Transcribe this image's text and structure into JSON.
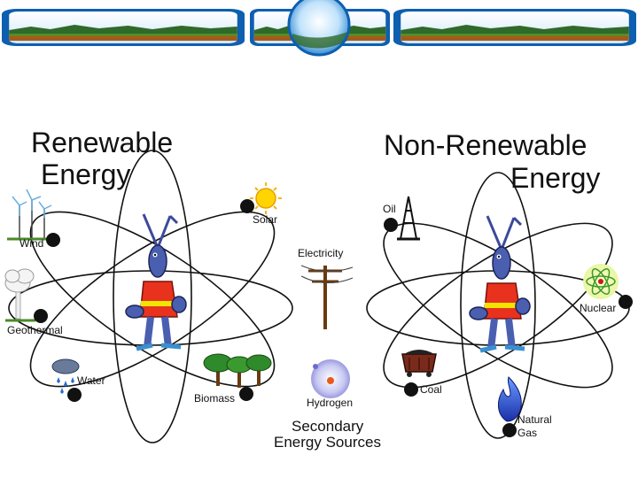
{
  "colors": {
    "banner": "#0d5fb0",
    "sky": "#cfe6fb",
    "mountain": "#2f6a2a",
    "ground": "#a65a18",
    "character_shirt": "#e8321e",
    "character_body": "#4a5fb0",
    "belt": "#f2e600"
  },
  "renewable": {
    "title_line1": "Renewable",
    "title_line2": "Energy",
    "sources": {
      "solar": "Solar",
      "wind": "Wind",
      "geothermal": "Geothermal",
      "water": "Water",
      "biomass": "Biomass"
    }
  },
  "nonrenewable": {
    "title_line1": "Non-Renewable",
    "title_line2": "Energy",
    "sources": {
      "oil": "Oil",
      "nuclear": "Nuclear",
      "coal": "Coal",
      "gas_line1": "Natural",
      "gas_line2": "Gas"
    }
  },
  "secondary": {
    "electricity": "Electricity",
    "hydrogen": "Hydrogen",
    "title_line1": "Secondary",
    "title_line2": "Energy Sources"
  },
  "icons": {
    "banner": "landscape-banner",
    "globe": "globe-icon",
    "character": "energy-mascot",
    "solar": "sun-icon",
    "wind": "wind-turbine-icon",
    "geothermal": "geyser-icon",
    "water": "rain-cloud-icon",
    "biomass": "trees-icon",
    "oil": "oil-derrick-icon",
    "nuclear": "atom-icon",
    "coal": "coal-car-icon",
    "gas": "flame-icon",
    "electricity": "power-pole-icon",
    "hydrogen": "hydrogen-atom-icon"
  }
}
